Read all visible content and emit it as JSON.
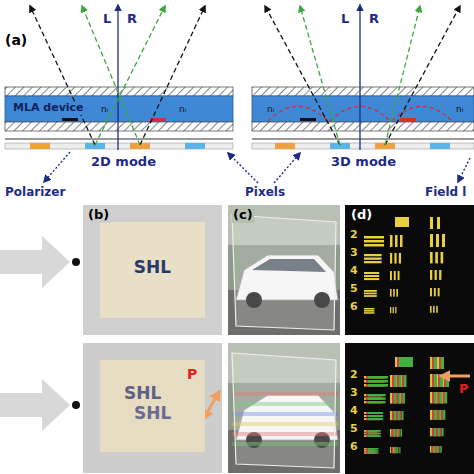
{
  "diagram": {
    "nodes": [
      {
        "text": [
          "MLA device"
        ]
      },
      {
        "text": [
          "SHL"
        ]
      },
      {
        "text": [
          "SHL",
          "SHL"
        ]
      }
    ],
    "labels": [
      "(a)",
      "L",
      "R",
      "L",
      "R",
      "nᵢ",
      "nᵢ",
      "nᵢ",
      "nᵢ",
      "2D mode",
      "3D mode",
      "Polarizer",
      "Pixels",
      "Field l",
      "(b)",
      "(c)",
      "(d)",
      "P",
      "P",
      "2",
      "3",
      "4",
      "5",
      "6",
      "2",
      "3",
      "4",
      "5",
      "6"
    ]
  }
}
